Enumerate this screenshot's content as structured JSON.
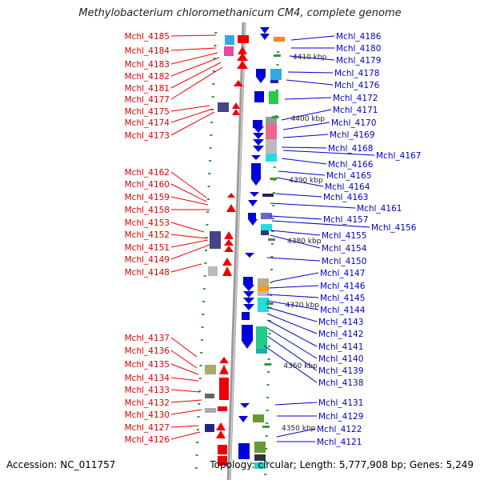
{
  "title": "Methylobacterium chloromethanicum CM4, complete genome",
  "footer": {
    "accession": "Accession: NC_011757",
    "topology": "Topology: circular; Length: 5,777,908 bp; Genes: 5,249"
  },
  "colors": {
    "left_label": "#dd0000",
    "right_label": "#0000cc",
    "forward_gene": "#ee0000",
    "reverse_gene": "#0000dd",
    "tick": "#339933",
    "backbone": "#888888"
  },
  "scale_labels": [
    "4410 kbp",
    "4400 kbp",
    "4390 kbp",
    "4380 kbp",
    "4370 kbp",
    "4360 kbp",
    "4350 kbp"
  ],
  "left_genes": [
    "Mchl_4185",
    "Mchl_4184",
    "Mchl_4183",
    "Mchl_4182",
    "Mchl_4181",
    "Mchl_4177",
    "Mchl_4175",
    "Mchl_4174",
    "Mchl_4173",
    "Mchl_4162",
    "Mchl_4160",
    "Mchl_4159",
    "Mchl_4158",
    "Mchl_4153",
    "Mchl_4152",
    "Mchl_4151",
    "Mchl_4149",
    "Mchl_4148",
    "Mchl_4137",
    "Mchl_4136",
    "Mchl_4135",
    "Mchl_4134",
    "Mchl_4133",
    "Mchl_4132",
    "Mchl_4130",
    "Mchl_4127",
    "Mchl_4126"
  ],
  "right_genes": [
    "Mchl_4186",
    "Mchl_4180",
    "Mchl_4179",
    "Mchl_4178",
    "Mchl_4176",
    "Mchl_4172",
    "Mchl_4171",
    "Mchl_4170",
    "Mchl_4169",
    "Mchl_4168",
    "Mchl_4167",
    "Mchl_4166",
    "Mchl_4165",
    "Mchl_4164",
    "Mchl_4163",
    "Mchl_4161",
    "Mchl_4157",
    "Mchl_4156",
    "Mchl_4155",
    "Mchl_4154",
    "Mchl_4150",
    "Mchl_4147",
    "Mchl_4146",
    "Mchl_4145",
    "Mchl_4144",
    "Mchl_4143",
    "Mchl_4142",
    "Mchl_4141",
    "Mchl_4140",
    "Mchl_4139",
    "Mchl_4138",
    "Mchl_4131",
    "Mchl_4129",
    "Mchl_4122",
    "Mchl_4121"
  ]
}
